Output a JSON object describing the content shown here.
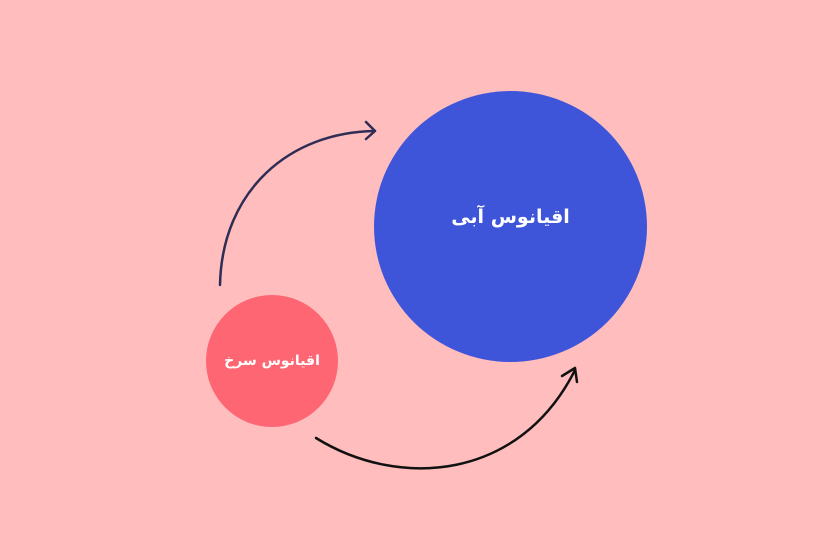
{
  "diagram": {
    "background_color": "#ffbdbd",
    "nodes": [
      {
        "id": "blue-ocean",
        "label": "اقیانوس آبی",
        "color": "#3f55d9"
      },
      {
        "id": "red-ocean",
        "label": "اقیانوس سرخ",
        "color": "#fe6673"
      }
    ],
    "arrows": [
      {
        "from": "red-ocean",
        "to": "blue-ocean",
        "path": "top",
        "color": "#2e2d55"
      },
      {
        "from": "red-ocean",
        "to": "blue-ocean",
        "path": "bottom",
        "color": "#111111"
      }
    ]
  }
}
